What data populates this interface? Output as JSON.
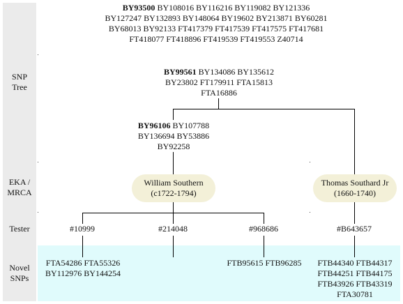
{
  "rows": {
    "snp_tree": "SNP\nTree",
    "eka_mrca": "EKA /\nMRCA",
    "tester": "Tester",
    "novel_snps": "Novel\nSNPs"
  },
  "top_node": {
    "lead": "BY93500",
    "rest": " BY108016 BY116216 BY119082 BY121336\nBY127247 BY132893 BY148064 BY19602 BY213871 BY60281\nBY68013 BY92133 FT417379 FT417539 FT417575 FT417681\nFT418077 FT418896 FT419539 FT419553 Z40714"
  },
  "mid_node": {
    "lead": "BY99561",
    "rest": " BY134086 BY135612\nBY23802 FT179911 FTA15813\nFTA16886"
  },
  "low_node": {
    "lead": "BY96106",
    "rest": " BY107788\nBY136694 BY53886\nBY92258"
  },
  "mrca": [
    {
      "name": "William Southern",
      "dates": "(c1722-1794)"
    },
    {
      "name": "Thomas Southard Jr",
      "dates": "(1660-1740)"
    }
  ],
  "testers": [
    "#10999",
    "#214048",
    "#968686",
    "#B643657"
  ],
  "novel": [
    "FTA54286 FTA55326\nBY112976 BY144254",
    "",
    "FTB95615 FTB96285",
    "FTB44340 FTB44317\nFTB44251 FTB44175\nFTB43926 FTB43319\nFTA30781"
  ]
}
